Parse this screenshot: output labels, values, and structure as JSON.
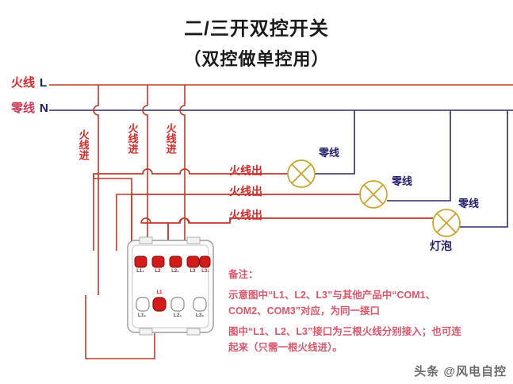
{
  "title": {
    "line1": "二/三开双控开关",
    "line2": "（双控做单控用）"
  },
  "bus": {
    "live_label": "火线",
    "live_letter": "L",
    "neutral_label": "零线",
    "neutral_letter": "N"
  },
  "live_in_labels": [
    "火线进",
    "火线进",
    "火线进"
  ],
  "live_out_labels": [
    "火线出",
    "火线出",
    "火线出"
  ],
  "neutral_labels": [
    "零线",
    "零线",
    "零线"
  ],
  "bulb_label": "灯泡",
  "switch": {
    "top_terminals": [
      "L1₁",
      "L2",
      "L2₁",
      "L3",
      "L3₁"
    ],
    "bottom_terminals": [
      "L1₁",
      "L2₁",
      "L3₁"
    ],
    "active_bottom_label": "L1"
  },
  "note": {
    "heading": "备注：",
    "paragraph1": "示意图中“L1、L2、L3”与其他产品中“COM1、COM2、COM3”对应，为同一接口",
    "paragraph2": "图中“L1、L2、L3”接口为三根火线分别接入；也可连起来（只需一根火线进）。"
  },
  "watermark": "头条 @风电自控",
  "colors": {
    "live_wire": "#c0392b",
    "neutral_wire": "#2b2b63",
    "lamp": "#c9a227",
    "label_red": "#d42a2a",
    "label_navy": "#221f6b",
    "note_text": "#d9566b",
    "title": "#1a1a1a"
  }
}
